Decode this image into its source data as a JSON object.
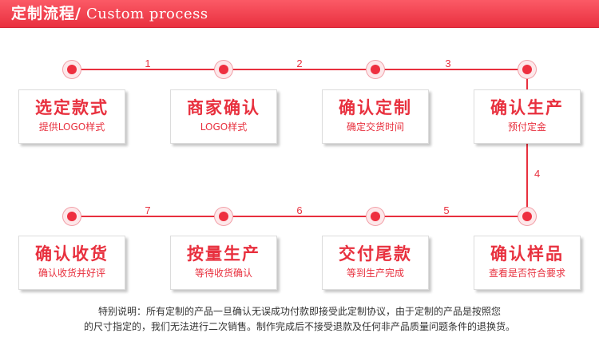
{
  "header": {
    "title": "定制流程/",
    "subtitle": "Custom process"
  },
  "steps": [
    {
      "title": "选定款式",
      "desc": "提供LOGO样式"
    },
    {
      "title": "商家确认",
      "desc": "LOGO样式"
    },
    {
      "title": "确认定制",
      "desc": "确定交货时间"
    },
    {
      "title": "确认生产",
      "desc": "预付定金"
    },
    {
      "title": "确认样品",
      "desc": "查看是否符合要求"
    },
    {
      "title": "交付尾款",
      "desc": "等到生产完成"
    },
    {
      "title": "按量生产",
      "desc": "等待收货确认"
    },
    {
      "title": "确认收货",
      "desc": "确认收货并好评"
    }
  ],
  "connectors": [
    "1",
    "2",
    "3",
    "4",
    "5",
    "6",
    "7"
  ],
  "note": {
    "line1": "特别说明：所有定制的产品一旦确认无误成功付款即接受此定制协议，由于定制的产品是按照您",
    "line2": "的尺寸指定的，我们无法进行二次销售。制作完成后不接受退款及任何非产品质量问题条件的退换货。"
  },
  "colors": {
    "accent": "#e8303e",
    "header": "#ef3b49"
  }
}
